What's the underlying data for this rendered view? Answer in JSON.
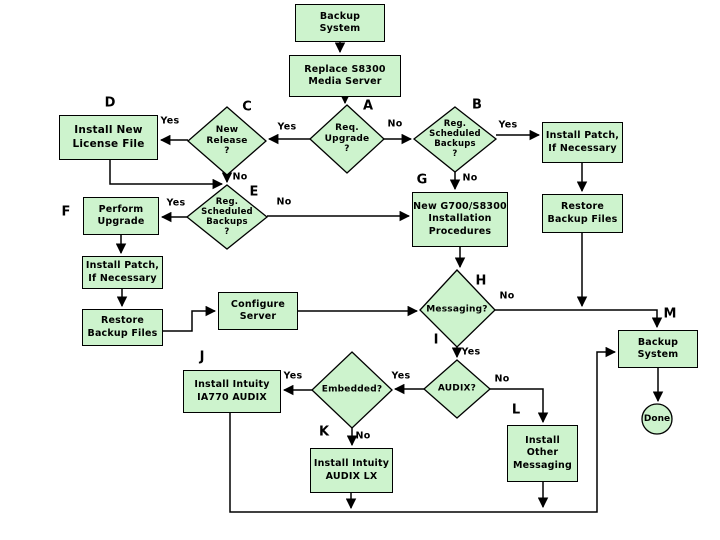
{
  "colors": {
    "node_fill": "#cdf3cd",
    "node_border": "#000000",
    "background": "#ffffff"
  },
  "nodes": {
    "backup_system_top": "Backup\nSystem",
    "replace_s8300": "Replace S8300\nMedia Server",
    "install_new_license": "Install New\nLicense File",
    "install_patch_right": "Install Patch,\nIf Necessary",
    "perform_upgrade": "Perform\nUpgrade",
    "new_g700_install": "New G700/S8300\nInstallation\nProcedures",
    "restore_backup_right": "Restore\nBackup Files",
    "install_patch_left": "Install Patch,\nIf Necessary",
    "restore_backup_left": "Restore\nBackup Files",
    "configure_server": "Configure\nServer",
    "install_intuity_ia770": "Install Intuity\nIA770 AUDIX",
    "install_intuity_audix_lx": "Install Intuity\nAUDIX LX",
    "install_other_messaging": "Install\nOther\nMessaging",
    "backup_system_m": "Backup\nSystem",
    "done": "Done"
  },
  "decisions": {
    "req_upgrade": "Req.\nUpgrade\n?",
    "new_release": "New\nRelease\n?",
    "reg_scheduled_backups_b": "Reg.\nScheduled\nBackups\n?",
    "reg_scheduled_backups_e": "Reg.\nScheduled\nBackups\n?",
    "messaging": "Messaging?",
    "embedded": "Embedded?",
    "audix": "AUDIX?"
  },
  "letters": {
    "a": "A",
    "b": "B",
    "c": "C",
    "d": "D",
    "e": "E",
    "f": "F",
    "g": "G",
    "h": "H",
    "i": "I",
    "j": "J",
    "k": "K",
    "l": "L",
    "m": "M"
  },
  "branch": {
    "yes": "Yes",
    "no": "No"
  }
}
